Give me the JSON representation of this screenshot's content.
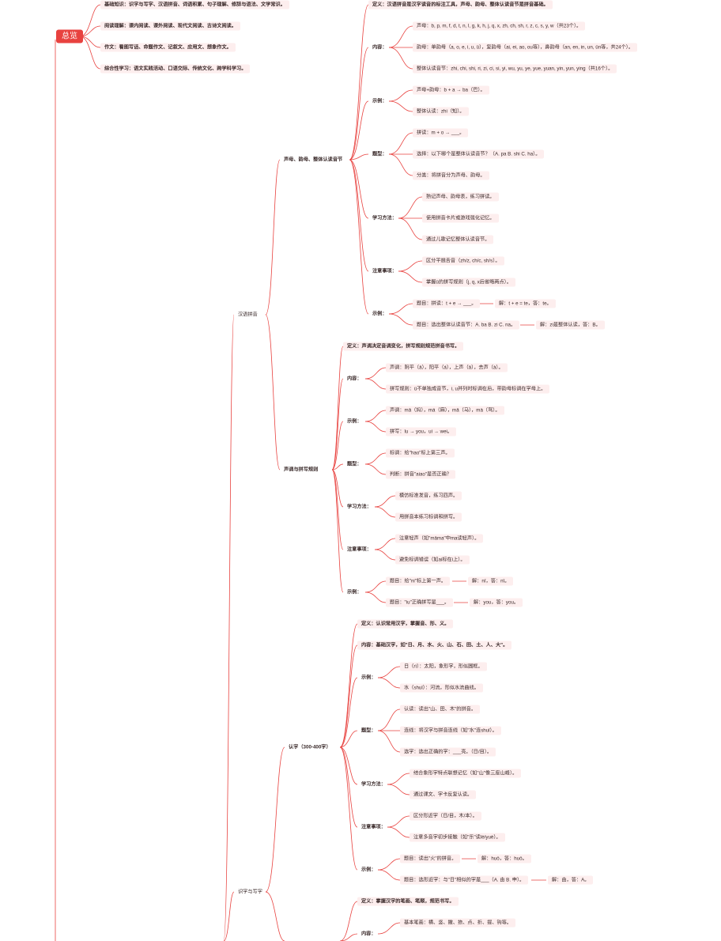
{
  "root": "总览",
  "overview": [
    "基础知识：识字与写字、汉语拼音、词语积累、句子理解、修辞与语法、文学常识。",
    "阅读理解：课内阅读、课外阅读、现代文阅读、古诗文阅读。",
    "作文：看图写话、命题作文、记叙文、应用文、想象作文。",
    "综合性学习：语文实践活动、口语交际、传统文化、跨学科学习。"
  ],
  "sections": {
    "pinyin": "汉语拼音",
    "literacy": "识字与写字"
  },
  "topics": {
    "syllables": "声母、韵母、整体认读音节",
    "tones": "声调与拼写规则",
    "recognize": "认字（300-400字）"
  },
  "syllables": {
    "definition": "定义：汉语拼音是汉字读音的标注工具，声母、韵母、整体认读音节是拼音基础。",
    "content_label": "内容：",
    "content": [
      "声母：b, p, m, f, d, t, n, l, g, k, h, j, q, x, zh, ch, sh, r, z, c, s, y, w（共23个）。",
      "韵母：单韵母（a, o, e, i, u, ü），复韵母（ai, ei, ao, ou等），鼻韵母（an, en, in, un, ün等，共24个）。",
      "整体认读音节：zhi, chi, shi, ri, zi, ci, si, yi, wu, yu, ye, yue, yuan, yin, yun, ying（共16个）。"
    ],
    "example_label": "示例：",
    "examples": [
      "声母+韵母：b + a → ba（巴）。",
      "整体认读：zhi（知）。"
    ],
    "questions_label": "题型：",
    "questions": [
      "拼读：m + o → ___。",
      "选择：以下哪个是整体认读音节？（A. pa B. shi C. ha）。",
      "分类：将拼音分为声母、韵母。"
    ],
    "methods_label": "学习方法：",
    "methods": [
      "熟记声母、韵母表，练习拼读。",
      "使用拼音卡片或游戏强化记忆。",
      "通过儿歌记忆整体认读音节。"
    ],
    "notes_label": "注意事项：",
    "notes": [
      "区分平翘舌音（zh/z, ch/c, sh/s）。",
      "掌握ü的拼写规则（j, q, x后省略两点）。"
    ],
    "practice_label": "示例：",
    "practice": [
      {
        "q": "题目：拼读：t + e → ___。",
        "a": "解：t + e = te，答：te。"
      },
      {
        "q": "题目：选出整体认读音节：A. ba B. zi C. na。",
        "a": "解：zi是整体认读，答：B。"
      }
    ]
  },
  "tones": {
    "definition": "定义：声调决定音调变化，拼写规则规范拼音书写。",
    "content_label": "内容：",
    "content": [
      "声调：阴平（ā），阳平（á），上声（ǎ），去声（à）。",
      "拼写规则：ü不单独成音节，i, u并列时标调在后，带韵母标调在字母上。"
    ],
    "example_label": "示例：",
    "examples": [
      "声调：mā（妈），má（麻），mǎ（马），mà（骂）。",
      "拼写：lu → you，ui → wei。"
    ],
    "questions_label": "题型：",
    "questions": [
      "标调：给\"hao\"标上第三声。",
      "判断：拼音\"aiao\"是否正确？"
    ],
    "methods_label": "学习方法：",
    "methods": [
      "模仿标准发音，练习四声。",
      "用拼音本练习标调和拼写。"
    ],
    "notes_label": "注意事项：",
    "notes": [
      "注意轻声（如\"māma\"中ma读轻声）。",
      "避免标调错误（如ai标在i上）。"
    ],
    "practice_label": "示例：",
    "practice": [
      {
        "q": "题目：给\"ni\"标上第一声。",
        "a": "解：nī，答：nī。"
      },
      {
        "q": "题目：\"iu\"正确拼写是___。",
        "a": "解：you，答：you。"
      }
    ]
  },
  "recognize": {
    "definition": "定义：认识常用汉字，掌握音、形、义。",
    "content": "内容：基础汉字，如\"日、月、水、火、山、石、田、土、人、大\"。",
    "example_label": "示例：",
    "examples": [
      "日（rì）：太阳，象形字，形似圆框。",
      "水（shuǐ）：河流，形似水流曲线。"
    ],
    "questions_label": "题型：",
    "questions": [
      "认读：读出\"山、田、木\"的拼音。",
      "连线：将汉字与拼音连线（如\"水\"连shuǐ）。",
      "选字：选出正确的字：___亮。（日/目）。"
    ],
    "methods_label": "学习方法：",
    "methods": [
      "结合象形字特点联想记忆（如\"山\"像三座山峰）。",
      "通过课文、字卡反复认读。"
    ],
    "notes_label": "注意事项：",
    "notes": [
      "区分形近字（日/目，木/本）。",
      "注意多音字初步接触（如\"乐\"读lè/yuè）。"
    ],
    "practice_label": "示例：",
    "practice": [
      {
        "q": "题目：读出\"火\"的拼音。",
        "a": "解：huǒ，答：huǒ。"
      },
      {
        "q": "题目：选形近字：与\"日\"相似的字是___（A. 由 B. 申）。",
        "a": "解：由，答：A。"
      }
    ]
  },
  "strokes": {
    "definition": "定义：掌握汉字的笔画、笔顺，规范书写。",
    "content_label": "内容：",
    "content": [
      "基本笔画：横、竖、撇、捺、点、折、提、钩等。"
    ]
  },
  "colors": {
    "line": "#e8423f",
    "root": "#e8423f",
    "tag": "#fdeeee"
  }
}
